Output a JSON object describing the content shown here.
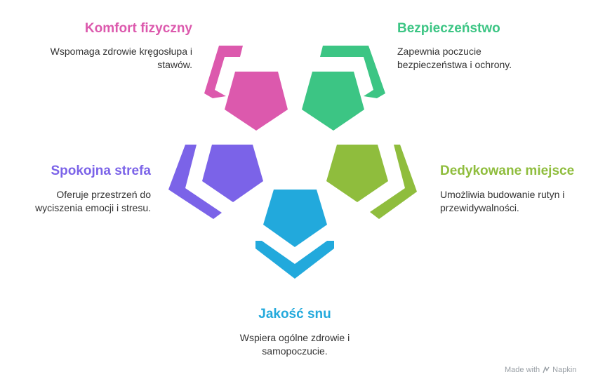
{
  "colors": {
    "pink": "#dc59ad",
    "green": "#3cc584",
    "purple": "#7b63e8",
    "olive": "#8fbd3d",
    "blue": "#22a9dc"
  },
  "items": {
    "comfort": {
      "title": "Komfort fizyczny",
      "description": "Wspomaga zdrowie kręgosłupa i stawów.",
      "color": "#dc59ad",
      "icon": "pink-pentagon-icon"
    },
    "safety": {
      "title": "Bezpieczeństwo",
      "description": "Zapewnia poczucie bezpieczeństwa i ochrony.",
      "color": "#3cc584",
      "icon": "green-pentagon-icon"
    },
    "calm": {
      "title": "Spokojna strefa",
      "description": "Oferuje przestrzeń do wyciszenia emocji i stresu.",
      "color": "#7b63e8",
      "icon": "purple-pentagon-icon"
    },
    "dedicated": {
      "title": "Dedykowane miejsce",
      "description": "Umożliwia budowanie rutyn i przewidywalności.",
      "color": "#8fbd3d",
      "icon": "olive-pentagon-icon"
    },
    "sleep": {
      "title": "Jakość snu",
      "description": "Wspiera ogólne zdrowie i samopoczucie.",
      "color": "#22a9dc",
      "icon": "blue-pentagon-icon"
    }
  },
  "watermark": {
    "prefix": "Made with",
    "brand": "Napkin"
  }
}
